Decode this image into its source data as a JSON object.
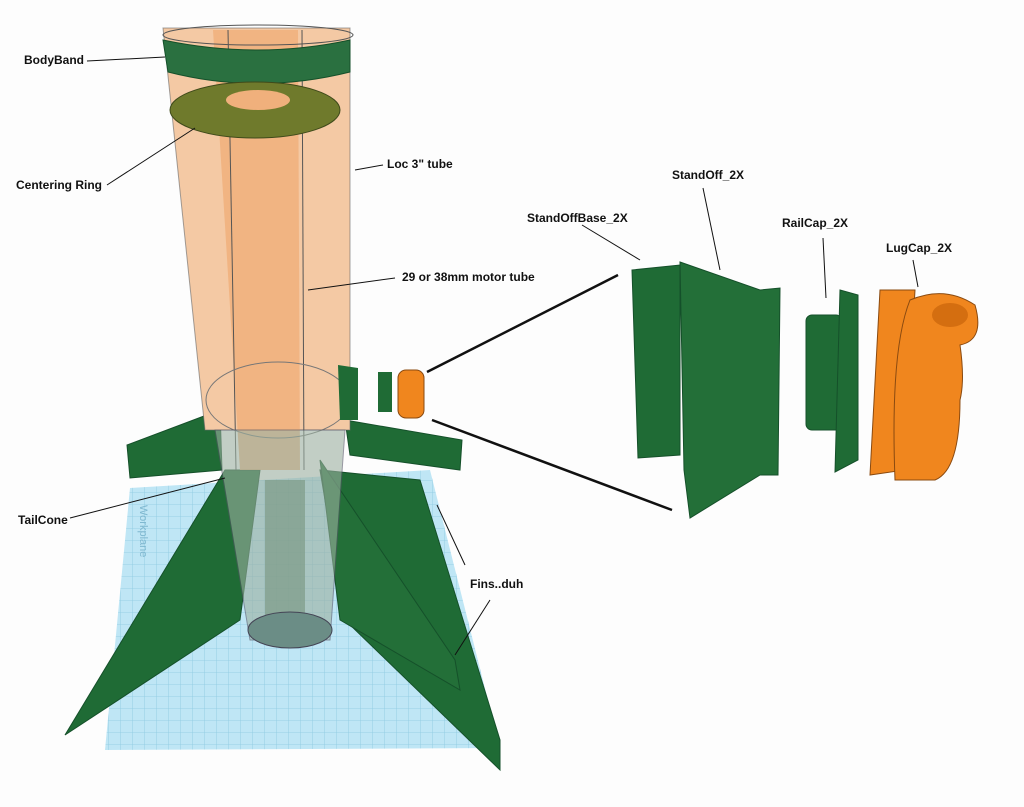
{
  "labels": {
    "body_band": "BodyBand",
    "centering_ring": "Centering Ring",
    "loc_tube": "Loc 3\" tube",
    "motor_tube": "29 or 38mm motor tube",
    "tail_cone": "TailCone",
    "fins": "Fins..duh",
    "standoff_base": "StandOffBase_2X",
    "standoff": "StandOff_2X",
    "rail_cap": "RailCap_2X",
    "lug_cap": "LugCap_2X"
  },
  "workplane_text": "Workplane",
  "colors": {
    "green": "#1f6b35",
    "orange": "#f0861e",
    "tube": "#f4c9a4",
    "grid": "#b8e2f2"
  }
}
